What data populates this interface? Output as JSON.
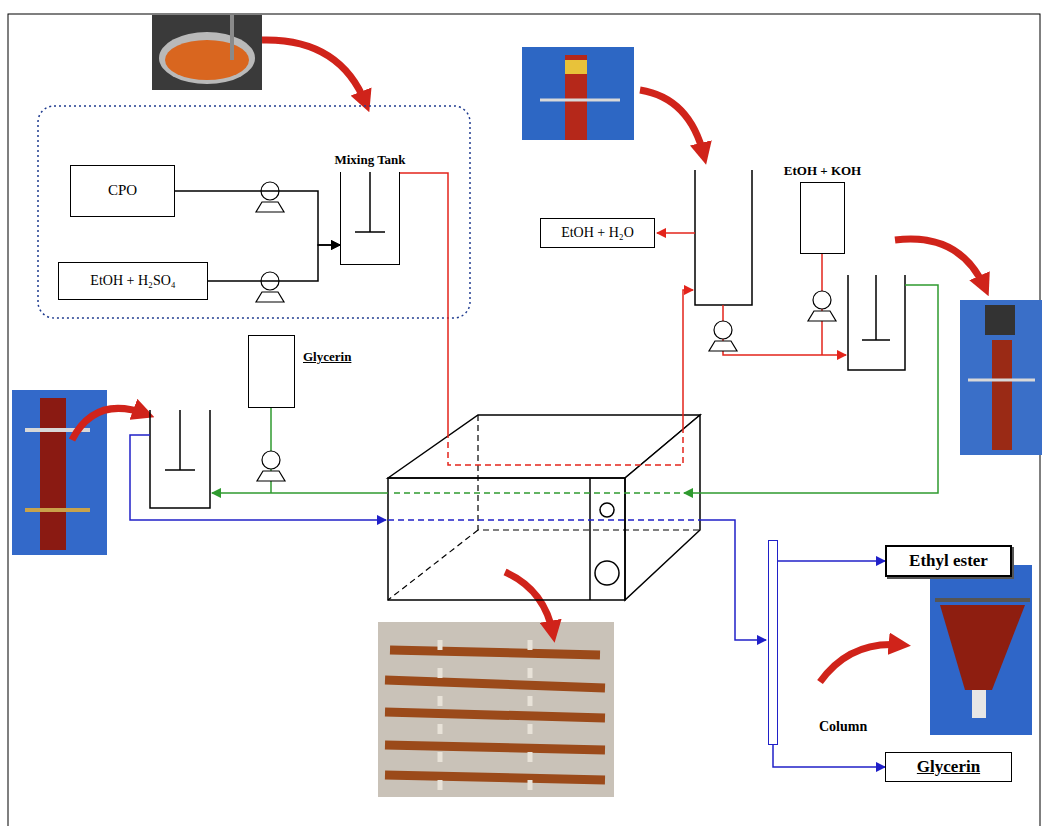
{
  "diagram": {
    "nodes": [
      {
        "text": [
          "CPO"
        ]
      },
      {
        "text": [
          "EtOH + H₂SO₄"
        ]
      },
      {
        "text": [
          "Mixing Tank"
        ]
      },
      {
        "text": [
          "Glycerin"
        ]
      },
      {
        "text": [
          "EtOH + H₂O"
        ]
      },
      {
        "text": [
          "EtOH + KOH"
        ]
      },
      {
        "text": [
          "Column"
        ]
      },
      {
        "text": [
          "Ethyl ester"
        ]
      },
      {
        "text": [
          "Glycerin"
        ]
      }
    ],
    "edges": [
      {
        "from": 0,
        "to": 2,
        "arrow": "to"
      },
      {
        "from": 1,
        "to": 2,
        "arrow": "to"
      },
      {
        "from": 6,
        "to": 7,
        "arrow": "to"
      },
      {
        "from": 6,
        "to": 8,
        "arrow": "to"
      }
    ]
  }
}
